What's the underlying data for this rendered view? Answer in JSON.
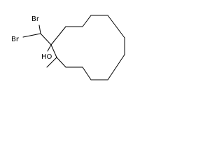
{
  "molecule": {
    "atoms": {
      "br_top": "Br",
      "br_left": "Br",
      "hydroxyl": "HO"
    }
  }
}
